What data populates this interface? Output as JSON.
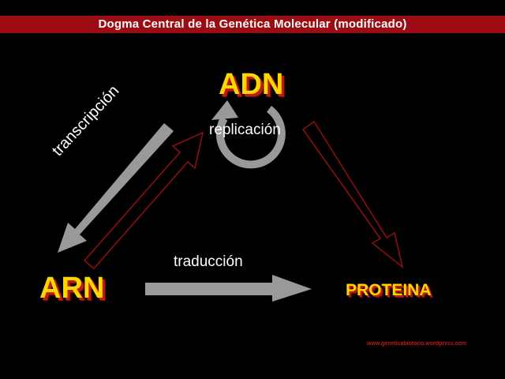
{
  "header": {
    "title": "Dogma Central de la Genética Molecular (modificado)"
  },
  "nodes": {
    "adn": "ADN",
    "arn": "ARN",
    "proteina": "PROTEINA"
  },
  "labels": {
    "replicacion": "replicación",
    "transcripcion": "transcripción",
    "traduccion": "traducción"
  },
  "footer": {
    "credit": "www.geneticabiotorio.wordpress.com"
  },
  "colors": {
    "title_bar": "#9b0d12",
    "node_text": "#ffd700",
    "node_shadow": "#c01b10",
    "gray_arrow": "#999999",
    "outline_arrow": "#8b0f0f"
  },
  "icons": {
    "replication": "circular-arrow-icon"
  }
}
